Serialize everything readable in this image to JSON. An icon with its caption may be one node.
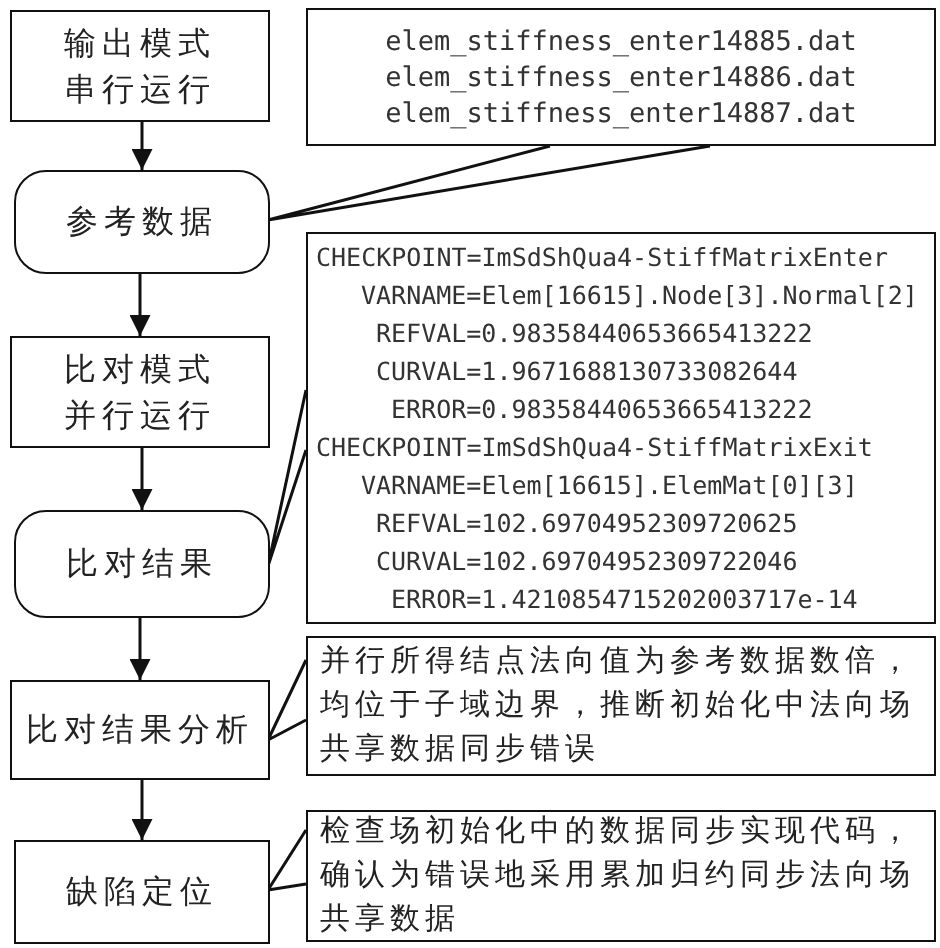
{
  "diagram": {
    "nodes": [
      {
        "text": [
          "输出模式串行运行"
        ]
      },
      {
        "text": [
          "参考数据"
        ]
      },
      {
        "text": [
          "比对模式并行运行"
        ]
      },
      {
        "text": [
          "比对结果"
        ]
      },
      {
        "text": [
          "比对结果分析"
        ]
      },
      {
        "text": [
          "缺陷定位"
        ]
      },
      {
        "text": [
          "elem_stiffness_enter14885.dat",
          "elem_stiffness_enter14886.dat",
          "elem_stiffness_enter14887.dat"
        ]
      },
      {
        "text": [
          "CHECKPOINT=ImSdShQua4-StiffMatrixEnter",
          "VARNAME=Elem[16615].Node[3].Normal[2]",
          "REFVAL=0.98358440653665413222",
          "CURVAL=1.9671688130733082644",
          "ERROR=0.98358440653665413222",
          "CHECKPOINT=ImSdShQua4-StiffMatrixExit",
          "VARNAME=Elem[16615].ElemMat[0][3]",
          "REFVAL=102.69704952309720625",
          "CURVAL=102.69704952309722046",
          "ERROR=1.4210854715202003717e-14"
        ]
      },
      {
        "text": [
          "并行所得结点法向值为参考数据数倍，均位于子域边界，推断初始化中法向场共享数据同步错误"
        ]
      },
      {
        "text": [
          "检查场初始化中的数据同步实现代码，确认为错误地采用累加归约同步法向场共享数据"
        ]
      }
    ],
    "edges": [
      {
        "from": 0,
        "to": 1,
        "arrow": "to"
      },
      {
        "from": 1,
        "to": 2,
        "arrow": "to"
      },
      {
        "from": 2,
        "to": 3,
        "arrow": "to"
      },
      {
        "from": 3,
        "to": 4,
        "arrow": "to"
      },
      {
        "from": 4,
        "to": 5,
        "arrow": "to"
      },
      {
        "from": 6,
        "to": 1,
        "arrow": "none"
      },
      {
        "from": 7,
        "to": 3,
        "arrow": "none"
      },
      {
        "from": 8,
        "to": 4,
        "arrow": "none"
      },
      {
        "from": 9,
        "to": 5,
        "arrow": "none"
      }
    ]
  }
}
